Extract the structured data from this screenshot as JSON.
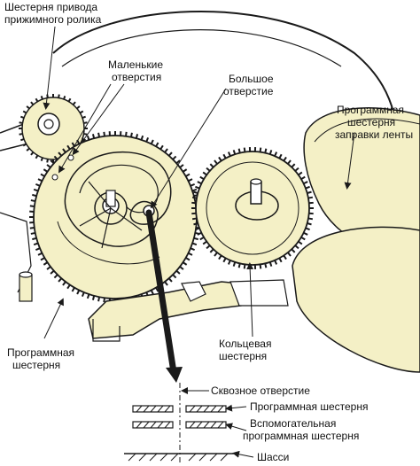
{
  "labels": {
    "pinch_roller_gear": [
      "Шестерня привода",
      "прижимного ролика"
    ],
    "small_holes": [
      "Маленькие",
      "отверстия"
    ],
    "large_hole": [
      "Большое",
      "отверстие"
    ],
    "threading_gear": [
      "Программная",
      "шестерня",
      "заправки ленты"
    ],
    "program_gear_left": [
      "Программная",
      "шестерня"
    ],
    "ring_gear": [
      "Кольцевая",
      "шестерня"
    ],
    "through_hole": "Сквозное отверстие",
    "program_gear_stack": "Программная шестерня",
    "aux_program_gear": [
      "Вспомогательная",
      "программная шестерня"
    ],
    "chassis": "Шасси"
  },
  "colors": {
    "gear_fill": "#f4f0c6",
    "ink": "#1a1a1a",
    "background": "#ffffff"
  }
}
